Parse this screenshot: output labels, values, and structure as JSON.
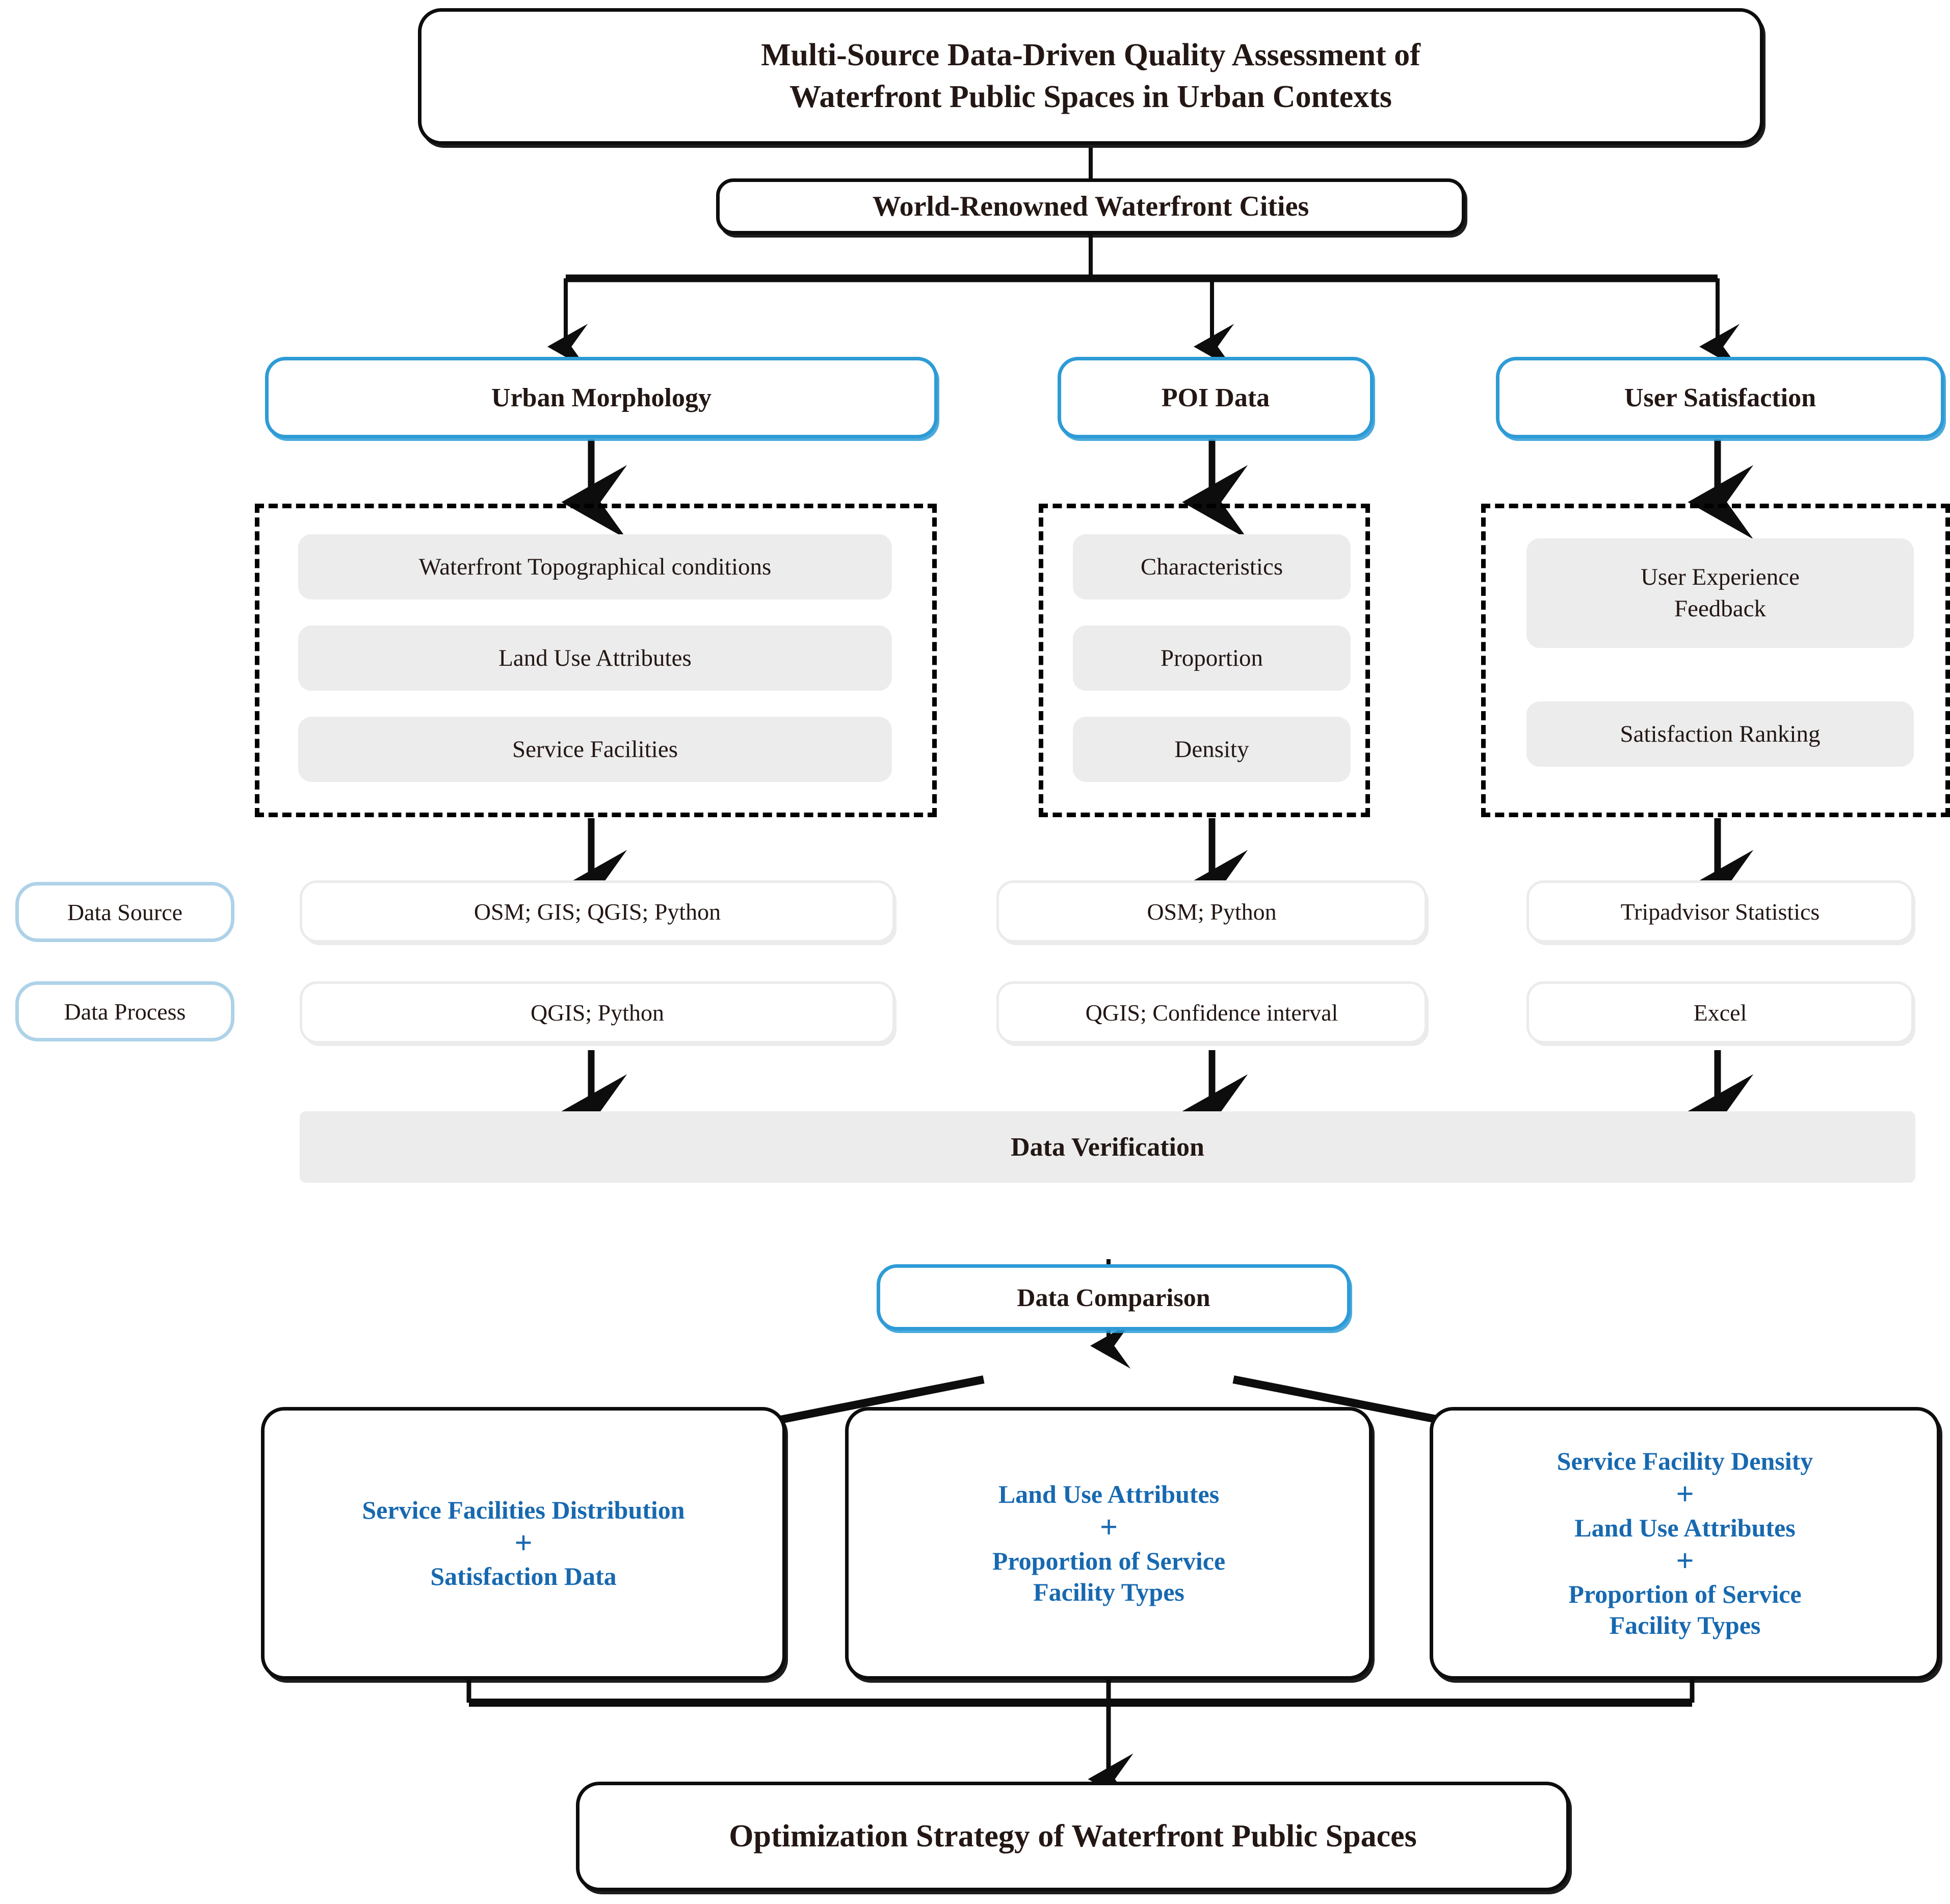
{
  "theme": {
    "accent_blue": "#2e9bd6",
    "text_blue": "#1769b0",
    "pale_blue": "#aed2e8",
    "chip_grey": "#ececec",
    "ink": "#231714"
  },
  "title_box": {
    "line1": "Multi-Source Data-Driven Quality Assessment of",
    "line2": "Waterfront Public Spaces in Urban Contexts"
  },
  "subject_box": {
    "label": "World-Renowned Waterfront Cities"
  },
  "categories": [
    {
      "label": "Urban Morphology"
    },
    {
      "label": "POI Data"
    },
    {
      "label": "User Satisfaction"
    }
  ],
  "dimension_groups": [
    {
      "group": "urban-morphology",
      "items": [
        "Waterfront Topographical conditions",
        "Land Use Attributes",
        "Service Facilities"
      ]
    },
    {
      "group": "poi-data",
      "items": [
        "Characteristics",
        "Proportion",
        "Density"
      ]
    },
    {
      "group": "user-satisfaction",
      "items": [
        {
          "line1": "User Experience",
          "line2": "Feedback"
        },
        {
          "line1": "Satisfaction Ranking",
          "line2": ""
        }
      ]
    }
  ],
  "row_labels": {
    "data_source": "Data Source",
    "data_process": "Data Process"
  },
  "data_source_values": [
    "OSM; GIS; QGIS; Python",
    "OSM; Python",
    "Tripadvisor Statistics"
  ],
  "data_process_values": [
    "QGIS; Python",
    "QGIS; Confidence interval",
    "Excel"
  ],
  "verification_bar": {
    "label": "Data Verification"
  },
  "comparison_box": {
    "label": "Data Comparison"
  },
  "comparison_outputs": [
    {
      "id": "service-facilities-satisfaction",
      "lines": [
        "Service Facilities Distribution",
        "+",
        "Satisfaction Data"
      ]
    },
    {
      "id": "landuse-proportion",
      "lines": [
        "Land Use Attributes",
        "+",
        "Proportion of Service",
        "Facility Types"
      ]
    },
    {
      "id": "density-landuse-proportion",
      "lines": [
        "Service Facility Density",
        "+",
        "Land Use Attributes",
        "+",
        "Proportion of Service",
        "Facility Types"
      ]
    }
  ],
  "final_box": {
    "label": "Optimization Strategy of Waterfront Public Spaces"
  }
}
